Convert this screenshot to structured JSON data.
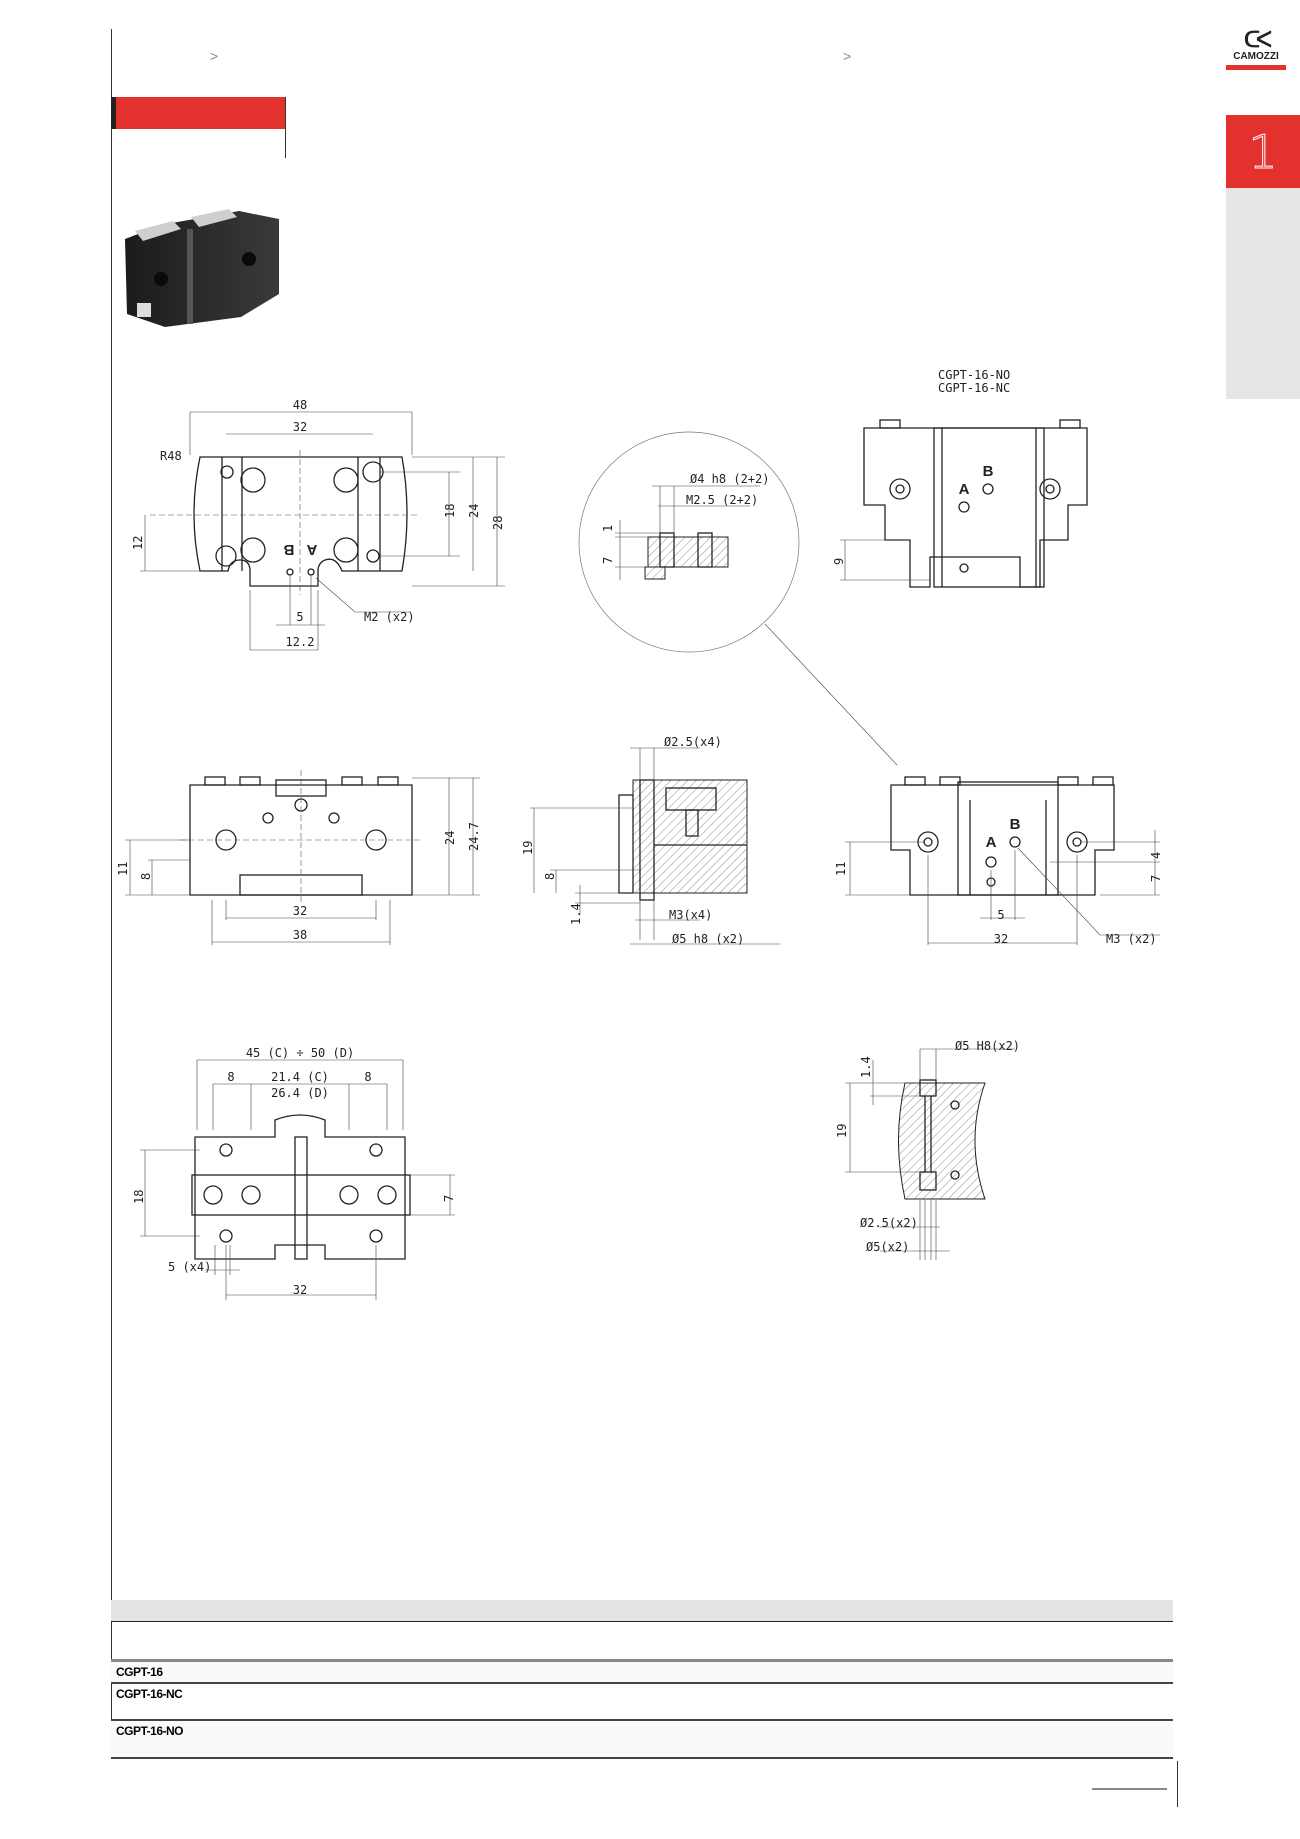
{
  "header": {
    "breadcrumb_separators": [
      ">",
      ">"
    ],
    "logo": {
      "mark": "CC",
      "brand": "CAMOZZI",
      "color": "#e3312d"
    },
    "section_tab": {
      "number": "1",
      "color": "#e3312d"
    }
  },
  "drawings": {
    "top_view": {
      "dims": [
        "48",
        "32",
        "R48",
        "18",
        "24",
        "28",
        "12",
        "5",
        "12.2",
        "M2 (x2)"
      ],
      "ports": [
        "B",
        "A"
      ]
    },
    "detail": {
      "dims": [
        "Ø4 h8 (2+2)",
        "M2.5 (2+2)",
        "1",
        "7"
      ]
    },
    "variant_view": {
      "titles": [
        "CGPT-16-NO",
        "CGPT-16-NC"
      ],
      "dims": [
        "9"
      ],
      "ports": [
        "A",
        "B"
      ]
    },
    "front_view": {
      "dims": [
        "24",
        "24.7",
        "11",
        "8",
        "32",
        "38"
      ]
    },
    "section_view": {
      "dims": [
        "Ø2.5(x4)",
        "19",
        "8",
        "1.4",
        "M3(x4)",
        "Ø5 h8 (x2)"
      ]
    },
    "side_view": {
      "dims": [
        "11",
        "4",
        "7",
        "5",
        "32",
        "M3 (x2)"
      ],
      "ports": [
        "A",
        "B"
      ]
    },
    "bottom_view": {
      "dims": [
        "45 (C) ÷ 50 (D)",
        "8",
        "21.4 (C)",
        "26.4 (D)",
        "8",
        "18",
        "7",
        "5 (x4)",
        "32"
      ]
    },
    "jaw_section": {
      "dims": [
        "Ø5 H8(x2)",
        "1.4",
        "19",
        "Ø2.5(x2)",
        "Ø5(x2)"
      ]
    }
  },
  "table": {
    "rows": [
      {
        "model": "CGPT-16"
      },
      {
        "model": "CGPT-16-NC"
      },
      {
        "model": "CGPT-16-NO"
      }
    ]
  }
}
